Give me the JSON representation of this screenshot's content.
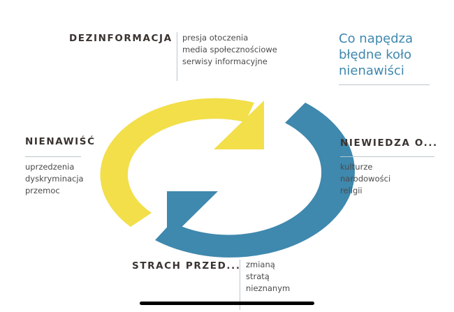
{
  "title": [
    "Co napędza",
    "błędne koło",
    "nienawiści"
  ],
  "colors": {
    "yellow": "#f2df4a",
    "blue": "#3f88ae",
    "title": "#3f88ae",
    "heading": "#3a3330"
  },
  "sections": {
    "dezinformacja": {
      "heading": "DEZINFORMACJA",
      "items": [
        "presja otoczenia",
        "media społecznościowe",
        "serwisy informacyjne"
      ]
    },
    "nienawisc": {
      "heading": "NIENAWIŚĆ",
      "items": [
        "uprzedzenia",
        "dyskryminacja",
        "przemoc"
      ]
    },
    "niewiedza": {
      "heading": "NIEWIEDZA O...",
      "items": [
        "kulturze",
        "narodowości",
        "religii"
      ]
    },
    "strach": {
      "heading": "STRACH PRZED...",
      "items": [
        "zmianą",
        "stratą",
        "nieznanym"
      ]
    }
  }
}
